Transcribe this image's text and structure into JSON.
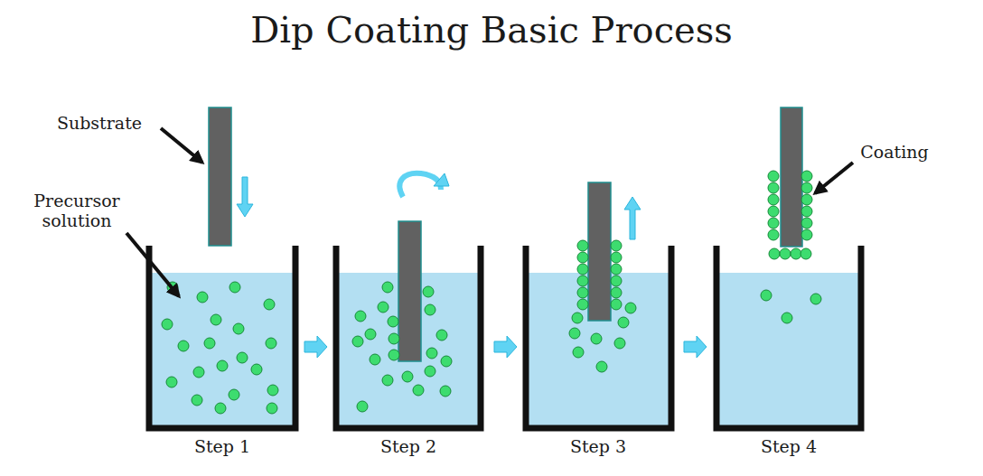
{
  "diagram": {
    "title": "Dip Coating Basic Process",
    "labels": [
      "Substrate",
      "Precursor solution",
      "Coating",
      "Step 1",
      "Step 2",
      "Step 3",
      "Step 4"
    ]
  }
}
